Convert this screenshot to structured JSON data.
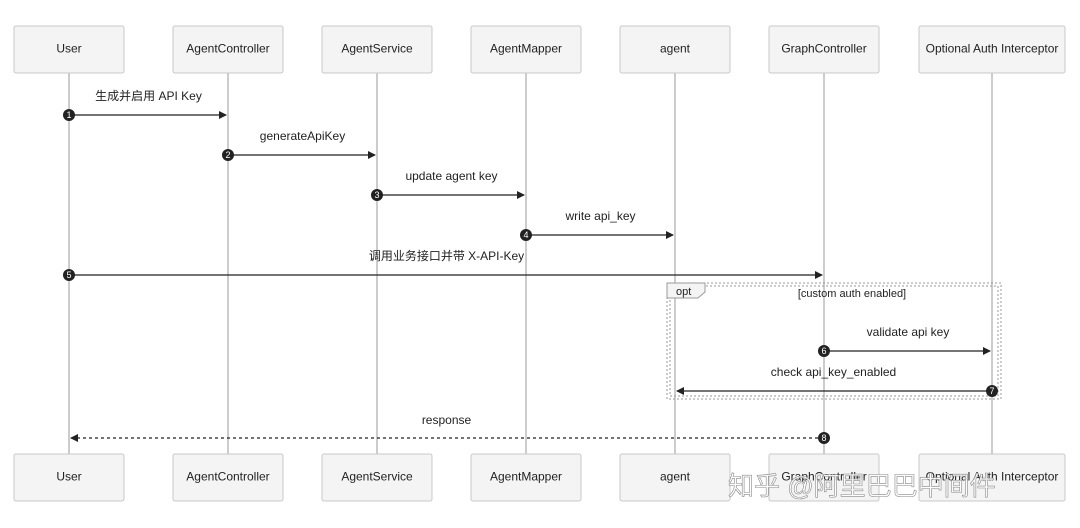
{
  "actors": [
    {
      "id": "user",
      "label": "User"
    },
    {
      "id": "agentcontroller",
      "label": "AgentController"
    },
    {
      "id": "agentservice",
      "label": "AgentService"
    },
    {
      "id": "agentmapper",
      "label": "AgentMapper"
    },
    {
      "id": "agent",
      "label": "agent"
    },
    {
      "id": "graphcontroller",
      "label": "GraphController"
    },
    {
      "id": "optional-auth-interceptor",
      "label": "Optional Auth Interceptor"
    }
  ],
  "messages": [
    {
      "seq": "1",
      "from": 0,
      "to": 1,
      "label": "生成并启用 API Key",
      "style": "solid"
    },
    {
      "seq": "2",
      "from": 1,
      "to": 2,
      "label": "generateApiKey",
      "style": "solid"
    },
    {
      "seq": "3",
      "from": 2,
      "to": 3,
      "label": "update agent key",
      "style": "solid"
    },
    {
      "seq": "4",
      "from": 3,
      "to": 4,
      "label": "write api_key",
      "style": "solid"
    },
    {
      "seq": "5",
      "from": 0,
      "to": 5,
      "label": "调用业务接口并带 X-API-Key",
      "style": "solid"
    },
    {
      "seq": "6",
      "from": 5,
      "to": 6,
      "label": "validate api key",
      "style": "solid"
    },
    {
      "seq": "7",
      "from": 6,
      "to": 4,
      "label": "check api_key_enabled",
      "style": "solid"
    },
    {
      "seq": "8",
      "from": 5,
      "to": 0,
      "label": "response",
      "style": "dashed"
    }
  ],
  "fragment": {
    "label": "opt",
    "condition": "[custom auth enabled]"
  },
  "watermark": "知乎 @阿里巴巴中间件",
  "colors": {
    "line": "#222222",
    "lifeline": "#9a9a9a",
    "box_fill": "#f4f4f4",
    "box_stroke": "#c8c8c8"
  }
}
